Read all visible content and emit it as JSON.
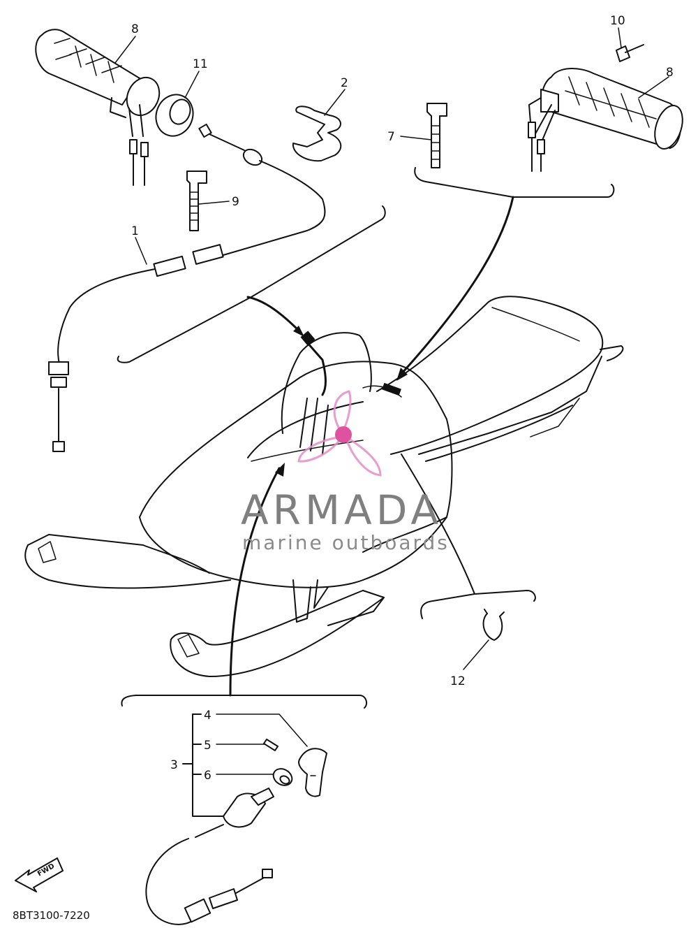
{
  "diagram": {
    "callouts": [
      {
        "id": "c8a",
        "text": "8"
      },
      {
        "id": "c11",
        "text": "11"
      },
      {
        "id": "c2",
        "text": "2"
      },
      {
        "id": "c10",
        "text": "10"
      },
      {
        "id": "c8b",
        "text": "8"
      },
      {
        "id": "c7",
        "text": "7"
      },
      {
        "id": "c9",
        "text": "9"
      },
      {
        "id": "c1",
        "text": "1"
      },
      {
        "id": "c12",
        "text": "12"
      },
      {
        "id": "c4",
        "text": "4"
      },
      {
        "id": "c5",
        "text": "5"
      },
      {
        "id": "c3",
        "text": "3"
      },
      {
        "id": "c6",
        "text": "6"
      }
    ],
    "fwd_label": "FWD",
    "drawing_code": "8BT3100-7220"
  },
  "watermark": {
    "title": "ARMADA",
    "subtitle": "marine outboards",
    "colors": {
      "logo_pink": "#e58cc6",
      "logo_dark_pink": "#d9368f",
      "text_gray": "#7f7f7f"
    }
  }
}
